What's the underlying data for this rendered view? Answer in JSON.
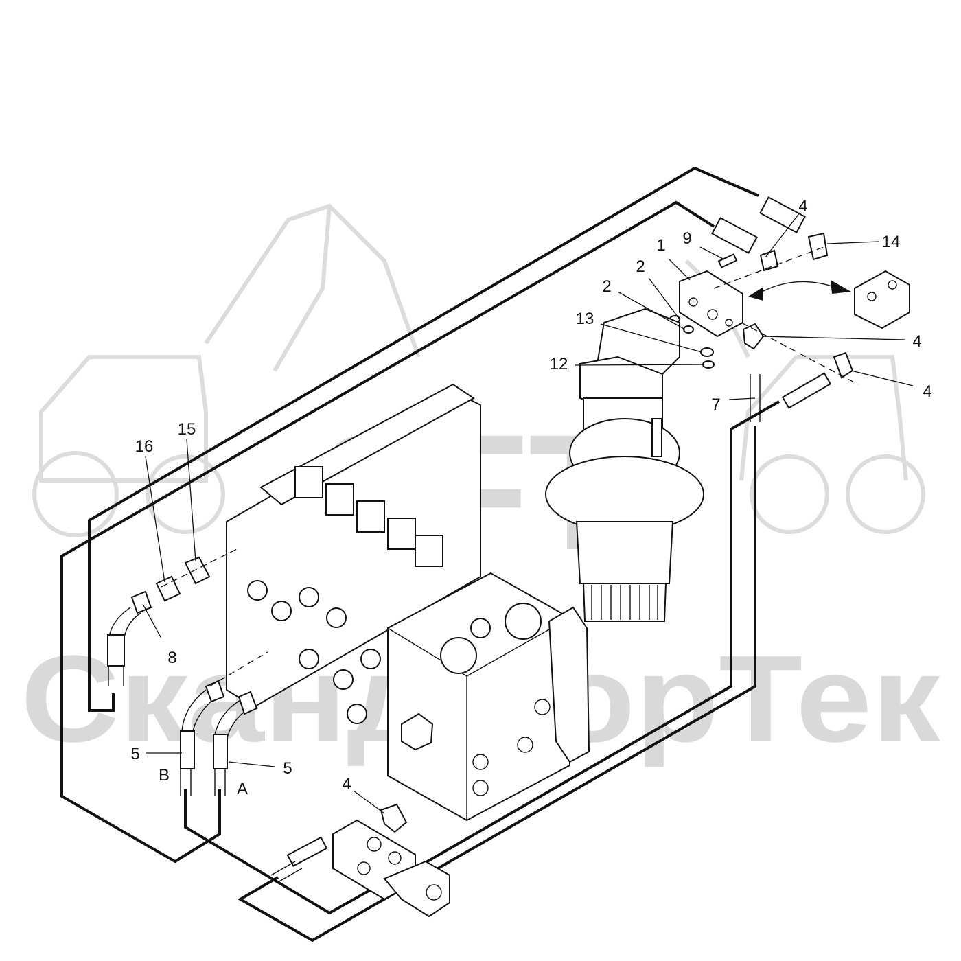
{
  "watermark": {
    "logo_text": "SFT",
    "company_text": "СкандфорТек"
  },
  "callouts": [
    {
      "id": "c4a",
      "text": "4"
    },
    {
      "id": "c14",
      "text": "14"
    },
    {
      "id": "c9",
      "text": "9"
    },
    {
      "id": "c1",
      "text": "1"
    },
    {
      "id": "c2a",
      "text": "2"
    },
    {
      "id": "c2b",
      "text": "2"
    },
    {
      "id": "c13",
      "text": "13"
    },
    {
      "id": "c12",
      "text": "12"
    },
    {
      "id": "c4b",
      "text": "4"
    },
    {
      "id": "c4c",
      "text": "4"
    },
    {
      "id": "c7",
      "text": "7"
    },
    {
      "id": "c15",
      "text": "15"
    },
    {
      "id": "c16",
      "text": "16"
    },
    {
      "id": "c8",
      "text": "8"
    },
    {
      "id": "c5a",
      "text": "5"
    },
    {
      "id": "c5b",
      "text": "5"
    },
    {
      "id": "c4d",
      "text": "4"
    }
  ],
  "port_labels": {
    "b": "B",
    "a": "A"
  }
}
